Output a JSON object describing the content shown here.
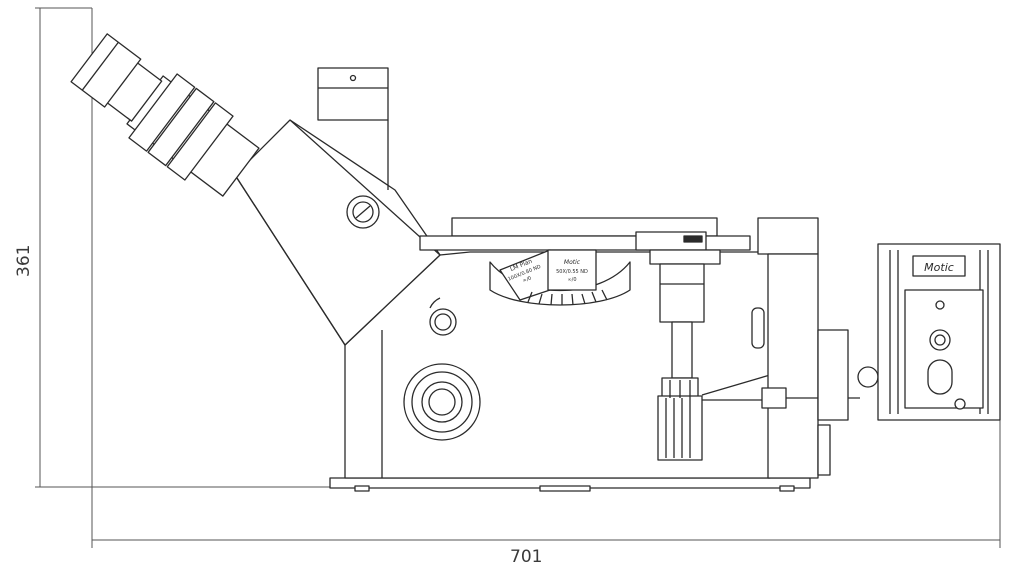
{
  "dimensions": {
    "height_label": "361",
    "width_label": "701"
  },
  "labels": {
    "brand_logo": "Motic",
    "objective_left_line1": "LM Plan",
    "objective_left_line2": "100X/0.80 ND",
    "objective_left_line3": "∞/0",
    "objective_right_brand": "Motic",
    "objective_right_line1": "50X/0.55 ND",
    "objective_right_line2": "∞/0"
  },
  "colors": {
    "line": "#2b2b2b",
    "dimension": "#555555",
    "fill": "#ffffff"
  }
}
